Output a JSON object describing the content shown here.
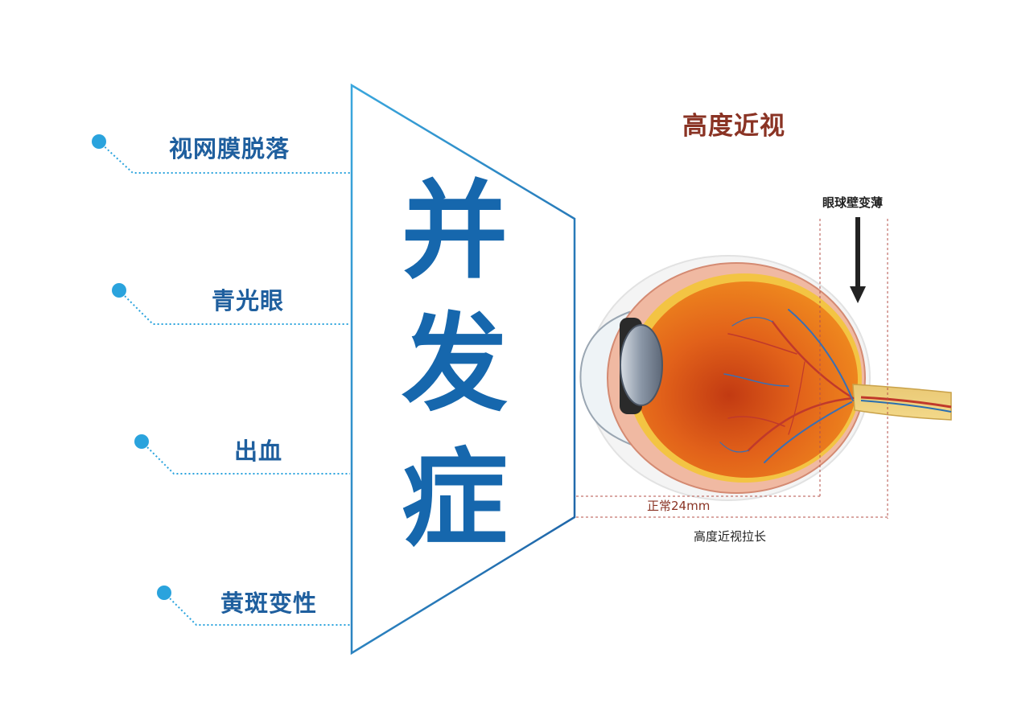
{
  "diagram": {
    "center_label_chars": [
      "并",
      "发",
      "症"
    ],
    "complications": [
      {
        "label": "视网膜脱落"
      },
      {
        "label": "青光眼"
      },
      {
        "label": "出血"
      },
      {
        "label": "黄斑变性"
      }
    ],
    "eye": {
      "title": "高度近视",
      "wall_label": "眼球壁变薄",
      "normal_label": "正常24mm",
      "elongated_label": "高度近视拉长"
    }
  },
  "colors": {
    "accent_blue": "#1667ad",
    "label_blue": "#1f5f9e",
    "dot_blue": "#2aa3dd",
    "title_red": "#8a3324",
    "measure_red": "#b5524a",
    "eye_orange": "#e8731e"
  }
}
